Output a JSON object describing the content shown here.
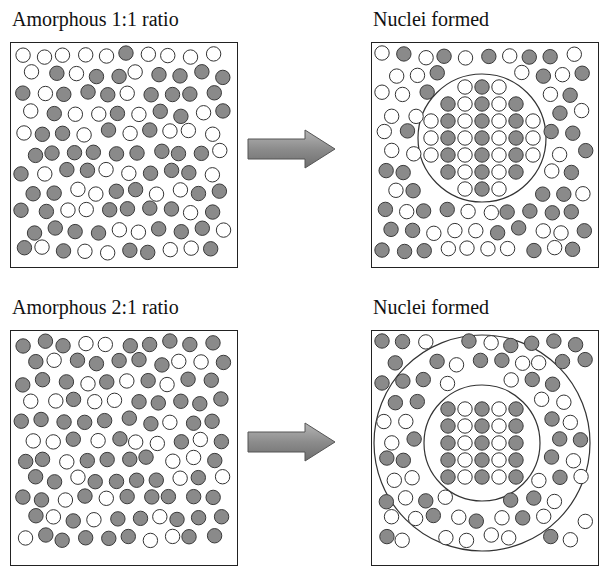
{
  "diagram": {
    "nodes": [
      {
        "text": [
          "Amorphous 1:1 ratio"
        ]
      },
      {
        "text": [
          "Nuclei formed"
        ]
      },
      {
        "text": [
          "Amorphous 2:1 ratio"
        ]
      },
      {
        "text": [
          "Nuclei formed"
        ]
      }
    ],
    "edges": [
      {
        "from": 0,
        "to": 1,
        "arrow": "to"
      },
      {
        "from": 2,
        "to": 3,
        "arrow": "to"
      }
    ]
  }
}
